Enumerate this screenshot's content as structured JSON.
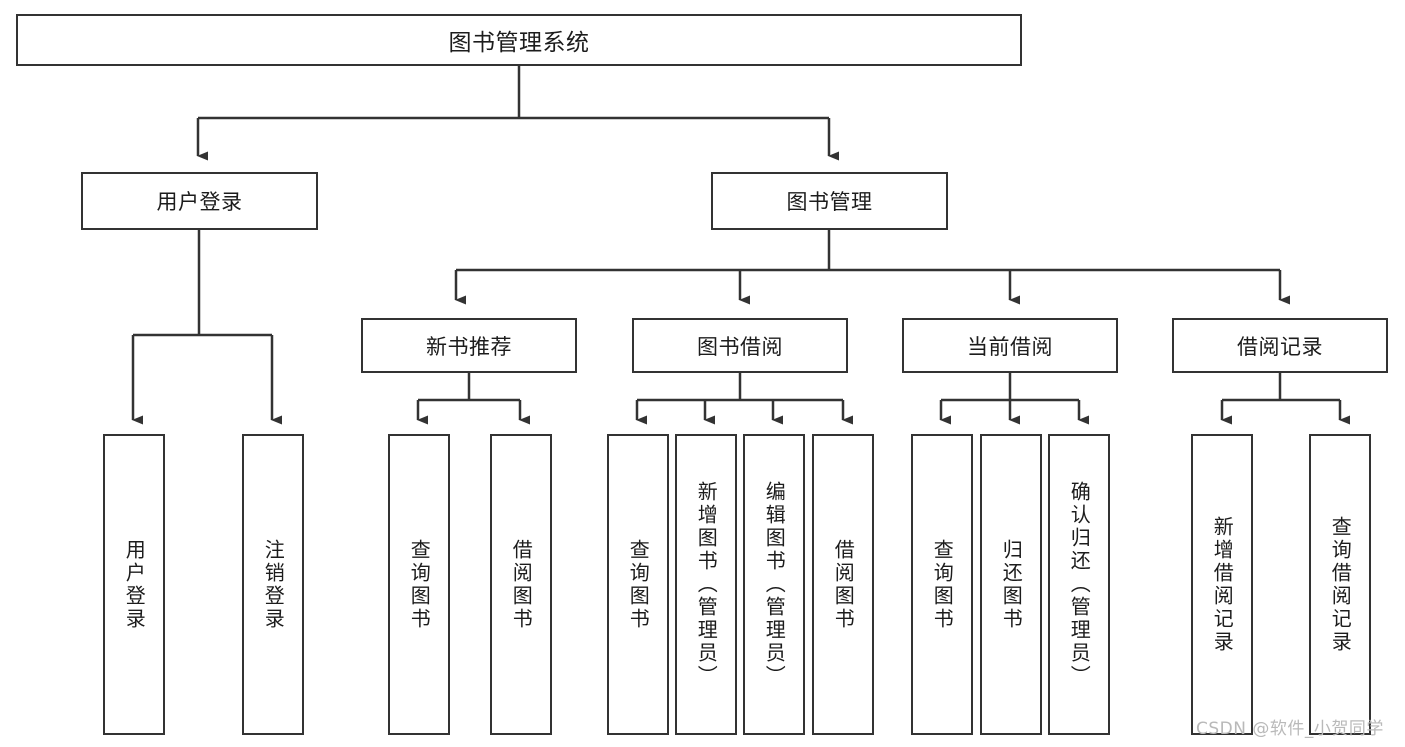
{
  "diagram": {
    "title": "图书管理系统",
    "type": "tree-hierarchy",
    "watermark": "CSDN @软件_小贺同学",
    "colors": {
      "stroke": "#333333",
      "fill": "#ffffff",
      "text": "#1c1c1c",
      "watermark": "#b9b9b9"
    },
    "root": {
      "label": "图书管理系统"
    },
    "level2": [
      {
        "label": "用户登录"
      },
      {
        "label": "图书管理"
      }
    ],
    "level3": [
      {
        "label": "新书推荐"
      },
      {
        "label": "图书借阅"
      },
      {
        "label": "当前借阅"
      },
      {
        "label": "借阅记录"
      }
    ],
    "leaves": {
      "user_login": [
        {
          "label": "用户登录"
        },
        {
          "label": "注销登录"
        }
      ],
      "new_book_recommend": [
        {
          "label": "查询图书"
        },
        {
          "label": "借阅图书"
        }
      ],
      "book_borrow": [
        {
          "label": "查询图书"
        },
        {
          "label": "新增图书（管理员）"
        },
        {
          "label": "编辑图书（管理员）"
        },
        {
          "label": "借阅图书"
        }
      ],
      "current_borrow": [
        {
          "label": "查询图书"
        },
        {
          "label": "归还图书"
        },
        {
          "label": "确认归还（管理员）"
        }
      ],
      "borrow_record": [
        {
          "label": "新增借阅记录"
        },
        {
          "label": "查询借阅记录"
        }
      ]
    }
  }
}
